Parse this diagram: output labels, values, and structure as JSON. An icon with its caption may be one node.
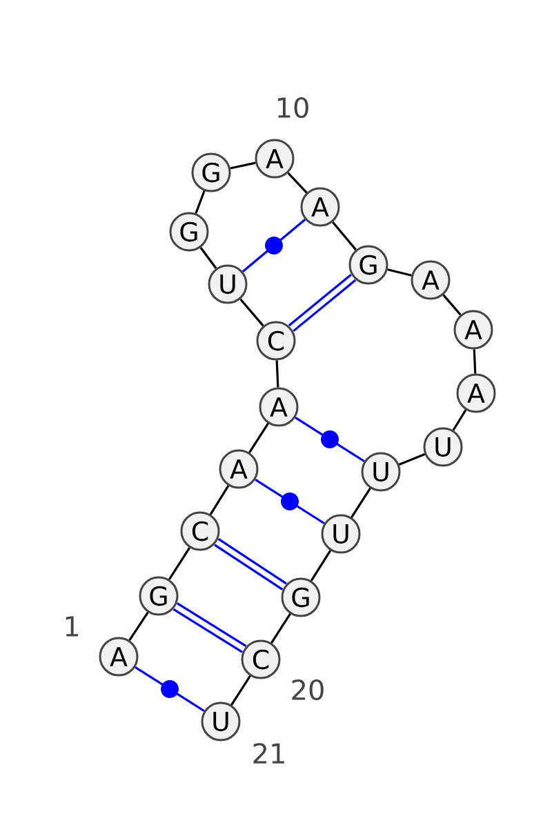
{
  "diagram": {
    "nodes": [
      {
        "text": [
          "A"
        ],
        "beside": [
          "1"
        ]
      },
      {
        "text": [
          "G"
        ]
      },
      {
        "text": [
          "C"
        ]
      },
      {
        "text": [
          "A"
        ]
      },
      {
        "text": [
          "A"
        ]
      },
      {
        "text": [
          "C"
        ]
      },
      {
        "text": [
          "U"
        ]
      },
      {
        "text": [
          "G"
        ]
      },
      {
        "text": [
          "G"
        ]
      },
      {
        "text": [
          "A"
        ],
        "beside": [
          "10"
        ]
      },
      {
        "text": [
          "A"
        ]
      },
      {
        "text": [
          "G"
        ]
      },
      {
        "text": [
          "A"
        ]
      },
      {
        "text": [
          "A"
        ]
      },
      {
        "text": [
          "A"
        ]
      },
      {
        "text": [
          "U"
        ]
      },
      {
        "text": [
          "U"
        ]
      },
      {
        "text": [
          "U"
        ]
      },
      {
        "text": [
          "G"
        ]
      },
      {
        "text": [
          "C"
        ],
        "beside": [
          "20"
        ]
      },
      {
        "text": [
          "U"
        ],
        "beside": [
          "21"
        ]
      }
    ],
    "edges": [
      {
        "from": 0,
        "to": 1,
        "arrow": "none"
      },
      {
        "from": 1,
        "to": 2,
        "arrow": "none"
      },
      {
        "from": 2,
        "to": 3,
        "arrow": "none"
      },
      {
        "from": 3,
        "to": 4,
        "arrow": "none"
      },
      {
        "from": 4,
        "to": 5,
        "arrow": "none"
      },
      {
        "from": 5,
        "to": 6,
        "arrow": "none"
      },
      {
        "from": 6,
        "to": 7,
        "arrow": "none"
      },
      {
        "from": 7,
        "to": 8,
        "arrow": "none"
      },
      {
        "from": 8,
        "to": 9,
        "arrow": "none"
      },
      {
        "from": 9,
        "to": 10,
        "arrow": "none"
      },
      {
        "from": 10,
        "to": 11,
        "arrow": "none"
      },
      {
        "from": 11,
        "to": 12,
        "arrow": "none"
      },
      {
        "from": 12,
        "to": 13,
        "arrow": "none"
      },
      {
        "from": 13,
        "to": 14,
        "arrow": "none"
      },
      {
        "from": 14,
        "to": 15,
        "arrow": "none"
      },
      {
        "from": 15,
        "to": 16,
        "arrow": "none"
      },
      {
        "from": 16,
        "to": 17,
        "arrow": "none"
      },
      {
        "from": 17,
        "to": 18,
        "arrow": "none"
      },
      {
        "from": 18,
        "to": 19,
        "arrow": "none"
      },
      {
        "from": 19,
        "to": 20,
        "arrow": "none"
      },
      {
        "from": 0,
        "to": 20,
        "arrow": "none",
        "color": "#0000ff"
      },
      {
        "from": 1,
        "to": 19,
        "arrow": "none",
        "color": "#0000ff",
        "style": "thick"
      },
      {
        "from": 2,
        "to": 18,
        "arrow": "none",
        "color": "#0000ff",
        "style": "thick"
      },
      {
        "from": 3,
        "to": 17,
        "arrow": "none",
        "color": "#0000ff"
      },
      {
        "from": 4,
        "to": 16,
        "arrow": "none",
        "color": "#0000ff"
      },
      {
        "from": 5,
        "to": 11,
        "arrow": "none",
        "color": "#0000ff",
        "style": "thick"
      },
      {
        "from": 6,
        "to": 10,
        "arrow": "none",
        "color": "#0000ff"
      }
    ]
  }
}
